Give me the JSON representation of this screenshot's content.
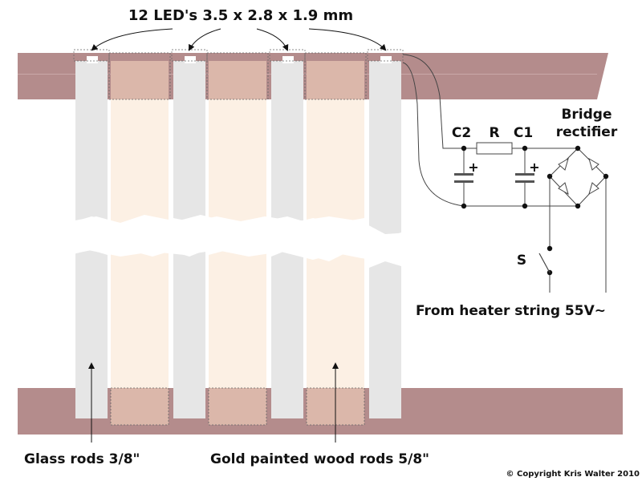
{
  "title": "12 LED's 3.5 x 2.8 x 1.9 mm",
  "labels": {
    "c2": "C2",
    "r": "R",
    "c1": "C1",
    "bridge_line1": "Bridge",
    "bridge_line2": "rectifier",
    "plus": "+",
    "switch": "S",
    "source": "From heater string 55V~",
    "glass_rods": "Glass rods 3/8\"",
    "wood_rods": "Gold painted wood rods 5/8\"",
    "copyright": "© Copyright Kris Walter 2010"
  },
  "colors": {
    "board": "#b48c8c",
    "board_behind_rod": "#c0897a",
    "glass_rod": "#e6e6e6",
    "wood_rod": "#fcf0e4",
    "led": "#ffffff",
    "wire": "#444444",
    "text": "#111111"
  }
}
